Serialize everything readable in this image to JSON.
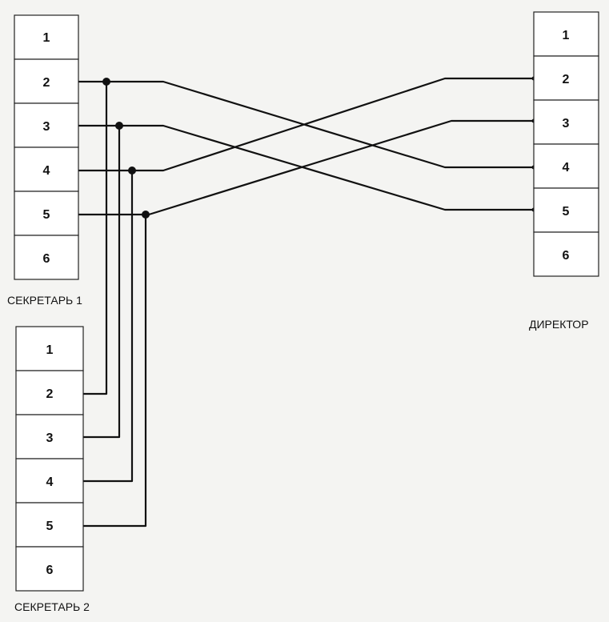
{
  "diagram": {
    "blocks": [
      {
        "id": "sec1",
        "label": "СЕКРЕТАРЬ 1",
        "pins": [
          "1",
          "2",
          "3",
          "4",
          "5",
          "6"
        ]
      },
      {
        "id": "sec2",
        "label": "СЕКРЕТАРЬ 2",
        "pins": [
          "1",
          "2",
          "3",
          "4",
          "5",
          "6"
        ]
      },
      {
        "id": "dir",
        "label": "ДИРЕКТОР",
        "pins": [
          "1",
          "2",
          "3",
          "4",
          "5",
          "6"
        ]
      }
    ],
    "connections": [
      {
        "from": "СЕКРЕТАРЬ 1 pin 2",
        "to": "ДИРЕКТОР pin 4",
        "tap": "СЕКРЕТАРЬ 2 pin 2"
      },
      {
        "from": "СЕКРЕТАРЬ 1 pin 3",
        "to": "ДИРЕКТОР pin 5",
        "tap": "СЕКРЕТАРЬ 2 pin 3"
      },
      {
        "from": "СЕКРЕТАРЬ 1 pin 4",
        "to": "ДИРЕКТОР pin 2",
        "tap": "СЕКРЕТАРЬ 2 pin 4"
      },
      {
        "from": "СЕКРЕТАРЬ 1 pin 5",
        "to": "ДИРЕКТОР pin 3",
        "tap": "СЕКРЕТАРЬ 2 pin 5"
      }
    ],
    "colors": {
      "line": "#111111",
      "box_fill": "#ffffff",
      "background": "#f4f4f2"
    }
  }
}
